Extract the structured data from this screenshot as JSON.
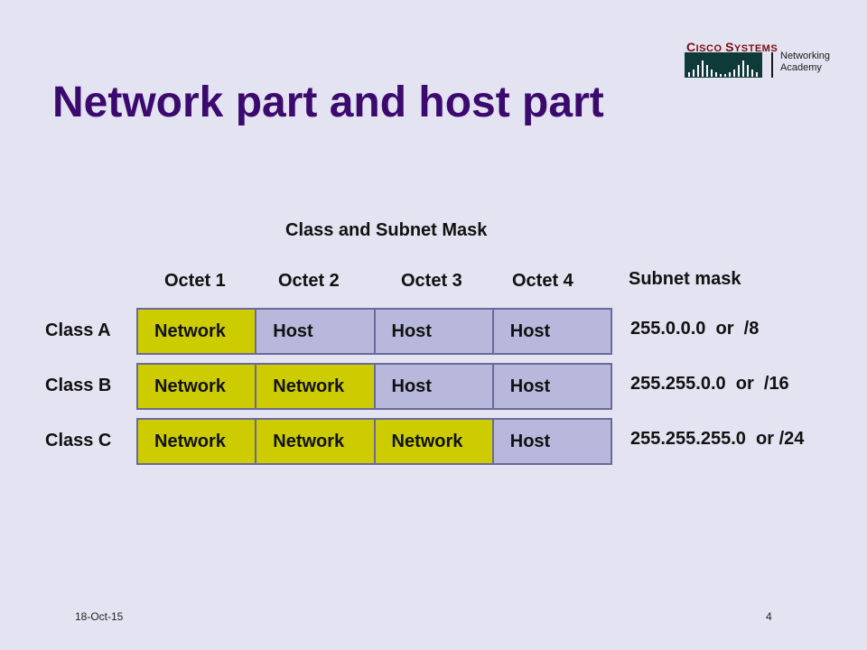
{
  "slide": {
    "title": "Network part and host part",
    "date": "18-Oct-15",
    "page_number": "4"
  },
  "logo": {
    "brand_big_1": "C",
    "brand_small_1": "ISCO ",
    "brand_big_2": "S",
    "brand_small_2": "YSTEMS",
    "academy_line1": "Networking",
    "academy_line2": "Academy",
    "colors": {
      "brand": "#7a0c0c",
      "bars": "#0f3a3a"
    }
  },
  "diagram": {
    "title": "Class and Subnet Mask",
    "octet_headers": [
      "Octet 1",
      "Octet 2",
      "Octet 3",
      "Octet 4"
    ],
    "mask_header": "Subnet mask",
    "colors": {
      "network": "#cccc00",
      "host": "#b8b8dc",
      "border": "#6a6a9a"
    },
    "rows": [
      {
        "label": "Class A",
        "cells": [
          "Network",
          "Host",
          "Host",
          "Host"
        ],
        "mask": "255.0.0.0  or  /8"
      },
      {
        "label": "Class B",
        "cells": [
          "Network",
          "Network",
          "Host",
          "Host"
        ],
        "mask": "255.255.0.0  or  /16"
      },
      {
        "label": "Class C",
        "cells": [
          "Network",
          "Network",
          "Network",
          "Host"
        ],
        "mask": "255.255.255.0  or /24"
      }
    ]
  }
}
